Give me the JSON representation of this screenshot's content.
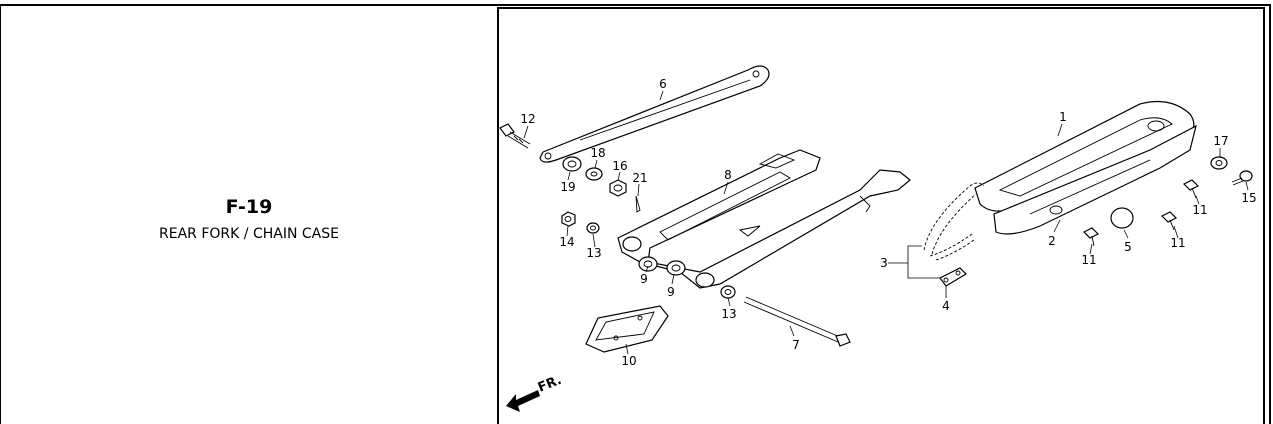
{
  "figure": {
    "code": "F-19",
    "title": "REAR FORK / CHAIN CASE"
  },
  "direction_label": "FR.",
  "callouts": [
    {
      "id": "c1",
      "text": "1"
    },
    {
      "id": "c2",
      "text": "2"
    },
    {
      "id": "c3",
      "text": "3"
    },
    {
      "id": "c4",
      "text": "4"
    },
    {
      "id": "c5",
      "text": "5"
    },
    {
      "id": "c6",
      "text": "6"
    },
    {
      "id": "c7",
      "text": "7"
    },
    {
      "id": "c8",
      "text": "8"
    },
    {
      "id": "c9a",
      "text": "9"
    },
    {
      "id": "c9b",
      "text": "9"
    },
    {
      "id": "c10",
      "text": "10"
    },
    {
      "id": "c11a",
      "text": "11"
    },
    {
      "id": "c11b",
      "text": "11"
    },
    {
      "id": "c11c",
      "text": "11"
    },
    {
      "id": "c12",
      "text": "12"
    },
    {
      "id": "c13a",
      "text": "13"
    },
    {
      "id": "c13b",
      "text": "13"
    },
    {
      "id": "c14",
      "text": "14"
    },
    {
      "id": "c15",
      "text": "15"
    },
    {
      "id": "c16",
      "text": "16"
    },
    {
      "id": "c17",
      "text": "17"
    },
    {
      "id": "c18",
      "text": "18"
    },
    {
      "id": "c19",
      "text": "19"
    },
    {
      "id": "c21",
      "text": "21"
    }
  ]
}
